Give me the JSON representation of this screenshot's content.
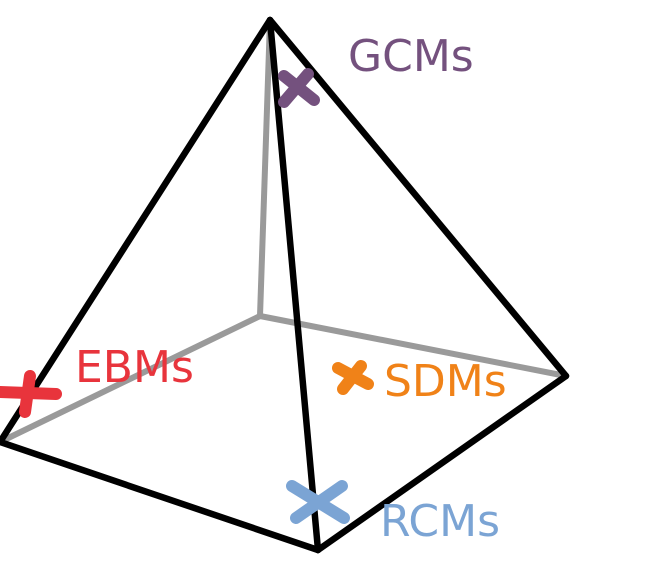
{
  "colors": {
    "gcm": "#74517e",
    "ebm": "#e8343c",
    "sdm": "#f08218",
    "rcm": "#7ba4d4",
    "visible_edge": "#000000",
    "hidden_edge": "#9a9a9a"
  },
  "labels": {
    "gcm": "GCMs",
    "ebm": "EBMs",
    "sdm": "SDMs",
    "rcm": "RCMs"
  },
  "markers": {
    "gcm": "cross-x-icon",
    "ebm": "cross-plus-icon",
    "sdm": "cross-x-icon",
    "rcm": "cross-x-icon"
  }
}
